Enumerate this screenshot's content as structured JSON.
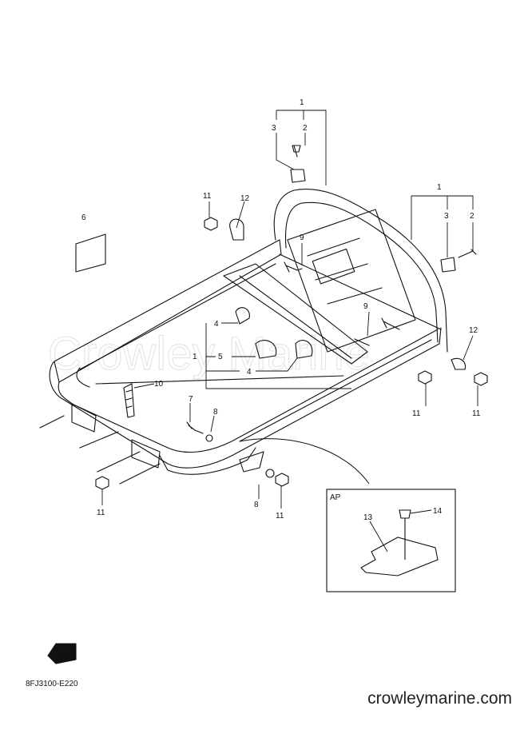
{
  "watermark_text": "Crowley Marine",
  "diagram_code": "8FJ3100-E220",
  "site_url": "crowleymarine.com",
  "inset": {
    "label": "AP"
  },
  "fwd_label": "FWD",
  "callouts": [
    {
      "n": "1"
    },
    {
      "n": "3"
    },
    {
      "n": "2"
    },
    {
      "n": "11"
    },
    {
      "n": "12"
    },
    {
      "n": "9"
    },
    {
      "n": "1"
    },
    {
      "n": "3"
    },
    {
      "n": "2"
    },
    {
      "n": "6"
    },
    {
      "n": "4"
    },
    {
      "n": "1"
    },
    {
      "n": "5"
    },
    {
      "n": "4"
    },
    {
      "n": "9"
    },
    {
      "n": "12"
    },
    {
      "n": "11"
    },
    {
      "n": "11"
    },
    {
      "n": "10"
    },
    {
      "n": "7"
    },
    {
      "n": "8"
    },
    {
      "n": "11"
    },
    {
      "n": "8"
    },
    {
      "n": "11"
    },
    {
      "n": "13"
    },
    {
      "n": "14"
    }
  ]
}
